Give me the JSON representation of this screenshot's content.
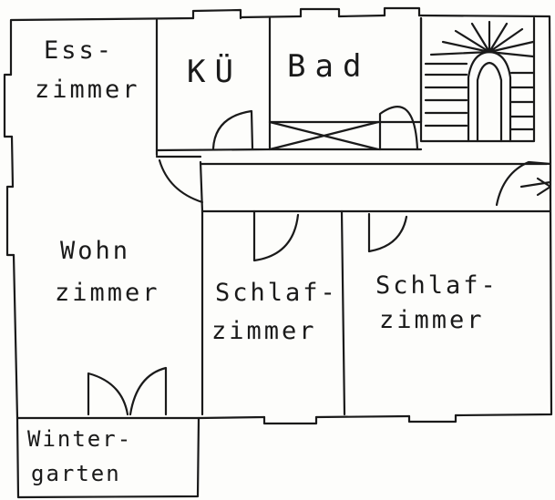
{
  "rooms": {
    "esszimmer": [
      "Ess-",
      "zimmer"
    ],
    "kueche": "KÜ",
    "bad": "Bad",
    "wohnzimmer": [
      "Wohn",
      "zimmer"
    ],
    "schlafzimmer_1": [
      "Schlaf-",
      "zimmer"
    ],
    "schlafzimmer_2": [
      "Schlaf-",
      "zimmer"
    ],
    "wintergarten": [
      "Winter-",
      "garten"
    ]
  },
  "colors": {
    "ink": "#1a1a1a",
    "paper": "#fdfdfb"
  }
}
